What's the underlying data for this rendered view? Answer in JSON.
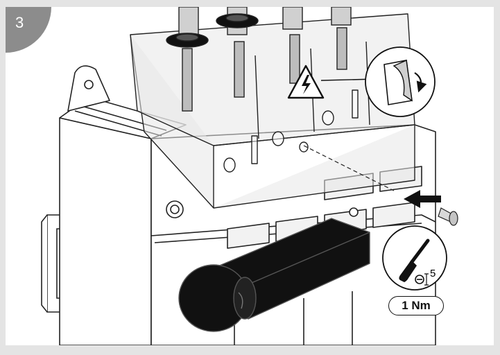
{
  "step": {
    "number": "3"
  },
  "callouts": {
    "screw_size": "5",
    "torque": "1 Nm"
  },
  "icons": {
    "warning": "high-voltage-warning-icon",
    "peel_cover": "peel-off-label-icon",
    "tool": "screwdriver-icon",
    "direction": "insert-arrow-icon"
  },
  "colors": {
    "step_badge": "#8c8c8c",
    "handle": "#111111",
    "outline": "#222222",
    "transparent_cover": "#d8d8d8"
  }
}
